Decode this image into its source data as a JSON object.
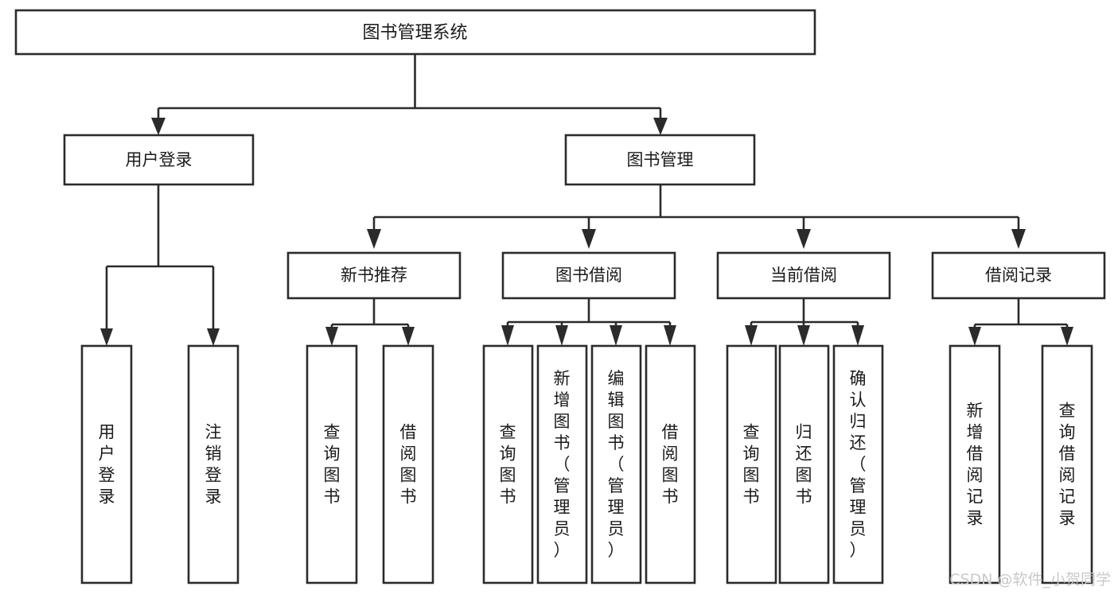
{
  "diagram": {
    "type": "tree-hierarchy",
    "title": "图书管理系统",
    "orientation": "top-down",
    "root": {
      "id": "root",
      "label": "图书管理系统"
    },
    "level2": [
      {
        "id": "user-login",
        "label": "用户登录"
      },
      {
        "id": "book-manage",
        "label": "图书管理"
      }
    ],
    "level3": [
      {
        "id": "new-book-recommend",
        "label": "新书推荐",
        "parent": "book-manage"
      },
      {
        "id": "book-borrow",
        "label": "图书借阅",
        "parent": "book-manage"
      },
      {
        "id": "current-borrow",
        "label": "当前借阅",
        "parent": "book-manage"
      },
      {
        "id": "borrow-record",
        "label": "借阅记录",
        "parent": "book-manage"
      }
    ],
    "leaves": [
      {
        "id": "leaf-user-login",
        "label": "用户登录",
        "parent": "user-login",
        "orientation": "vertical"
      },
      {
        "id": "leaf-user-logout",
        "label": "注销登录",
        "parent": "user-login",
        "orientation": "vertical"
      },
      {
        "id": "leaf-query-book-1",
        "label": "查询图书",
        "parent": "new-book-recommend",
        "orientation": "vertical"
      },
      {
        "id": "leaf-borrow-book-1",
        "label": "借阅图书",
        "parent": "new-book-recommend",
        "orientation": "vertical"
      },
      {
        "id": "leaf-query-book-2",
        "label": "查询图书",
        "parent": "book-borrow",
        "orientation": "vertical"
      },
      {
        "id": "leaf-add-book",
        "label": "新增图书（管理员）",
        "parent": "book-borrow",
        "orientation": "vertical"
      },
      {
        "id": "leaf-edit-book",
        "label": "编辑图书（管理员）",
        "parent": "book-borrow",
        "orientation": "vertical"
      },
      {
        "id": "leaf-borrow-book-2",
        "label": "借阅图书",
        "parent": "book-borrow",
        "orientation": "vertical"
      },
      {
        "id": "leaf-query-book-3",
        "label": "查询图书",
        "parent": "current-borrow",
        "orientation": "vertical"
      },
      {
        "id": "leaf-return-book",
        "label": "归还图书",
        "parent": "current-borrow",
        "orientation": "vertical"
      },
      {
        "id": "leaf-confirm-return",
        "label": "确认归还（管理员）",
        "parent": "current-borrow",
        "orientation": "vertical"
      },
      {
        "id": "leaf-add-record",
        "label": "新增借阅记录",
        "parent": "borrow-record",
        "orientation": "vertical"
      },
      {
        "id": "leaf-query-record",
        "label": "查询借阅记录",
        "parent": "borrow-record",
        "orientation": "vertical"
      }
    ],
    "watermark": "CSDN @软件_小贺同学",
    "colors": {
      "stroke": "#2b2b2b",
      "fill": "#ffffff",
      "text": "#1a1a1a",
      "watermark": "#c9c9c9",
      "background": "#ffffff"
    }
  }
}
